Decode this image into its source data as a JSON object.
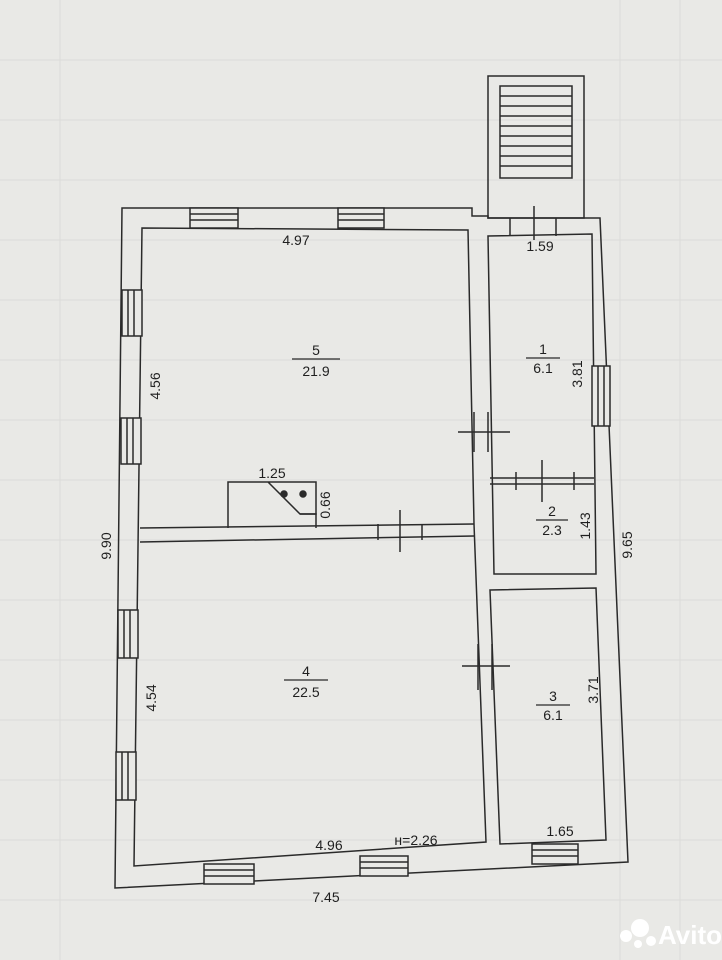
{
  "plan": {
    "outer": {
      "top_width": "4.97",
      "left_height": "9.90",
      "right_height": "9.65",
      "bottom_width": "7.45"
    },
    "rooms": [
      {
        "number": "5",
        "area": "21.9",
        "height": "4.56"
      },
      {
        "number": "4",
        "area": "22.5",
        "height": "4.54",
        "width": "4.96"
      },
      {
        "number": "1",
        "area": "6.1",
        "height": "3.81",
        "width": "1.59"
      },
      {
        "number": "2",
        "area": "2.3",
        "height": "1.43"
      },
      {
        "number": "3",
        "area": "6.1",
        "height": "3.71",
        "width": "1.65"
      }
    ],
    "stove": {
      "width": "1.25",
      "depth": "0.66"
    },
    "ceiling_height": "н=2.26"
  },
  "watermark": {
    "text": "Avito"
  },
  "colors": {
    "paper": "#e9e9e6",
    "ink": "#2a2a2a"
  }
}
